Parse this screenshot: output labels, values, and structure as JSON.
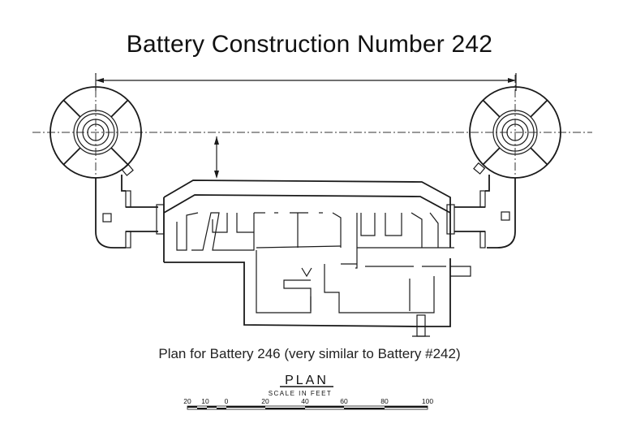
{
  "title": "Battery Construction Number 242",
  "caption": "Plan for Battery 246 (very similar to Battery #242)",
  "drawing": {
    "heading": "PLAN",
    "scale_label": "SCALE IN FEET",
    "scale_ticks": [
      "20",
      "10",
      "0",
      "20",
      "40",
      "60",
      "80",
      "100"
    ]
  }
}
